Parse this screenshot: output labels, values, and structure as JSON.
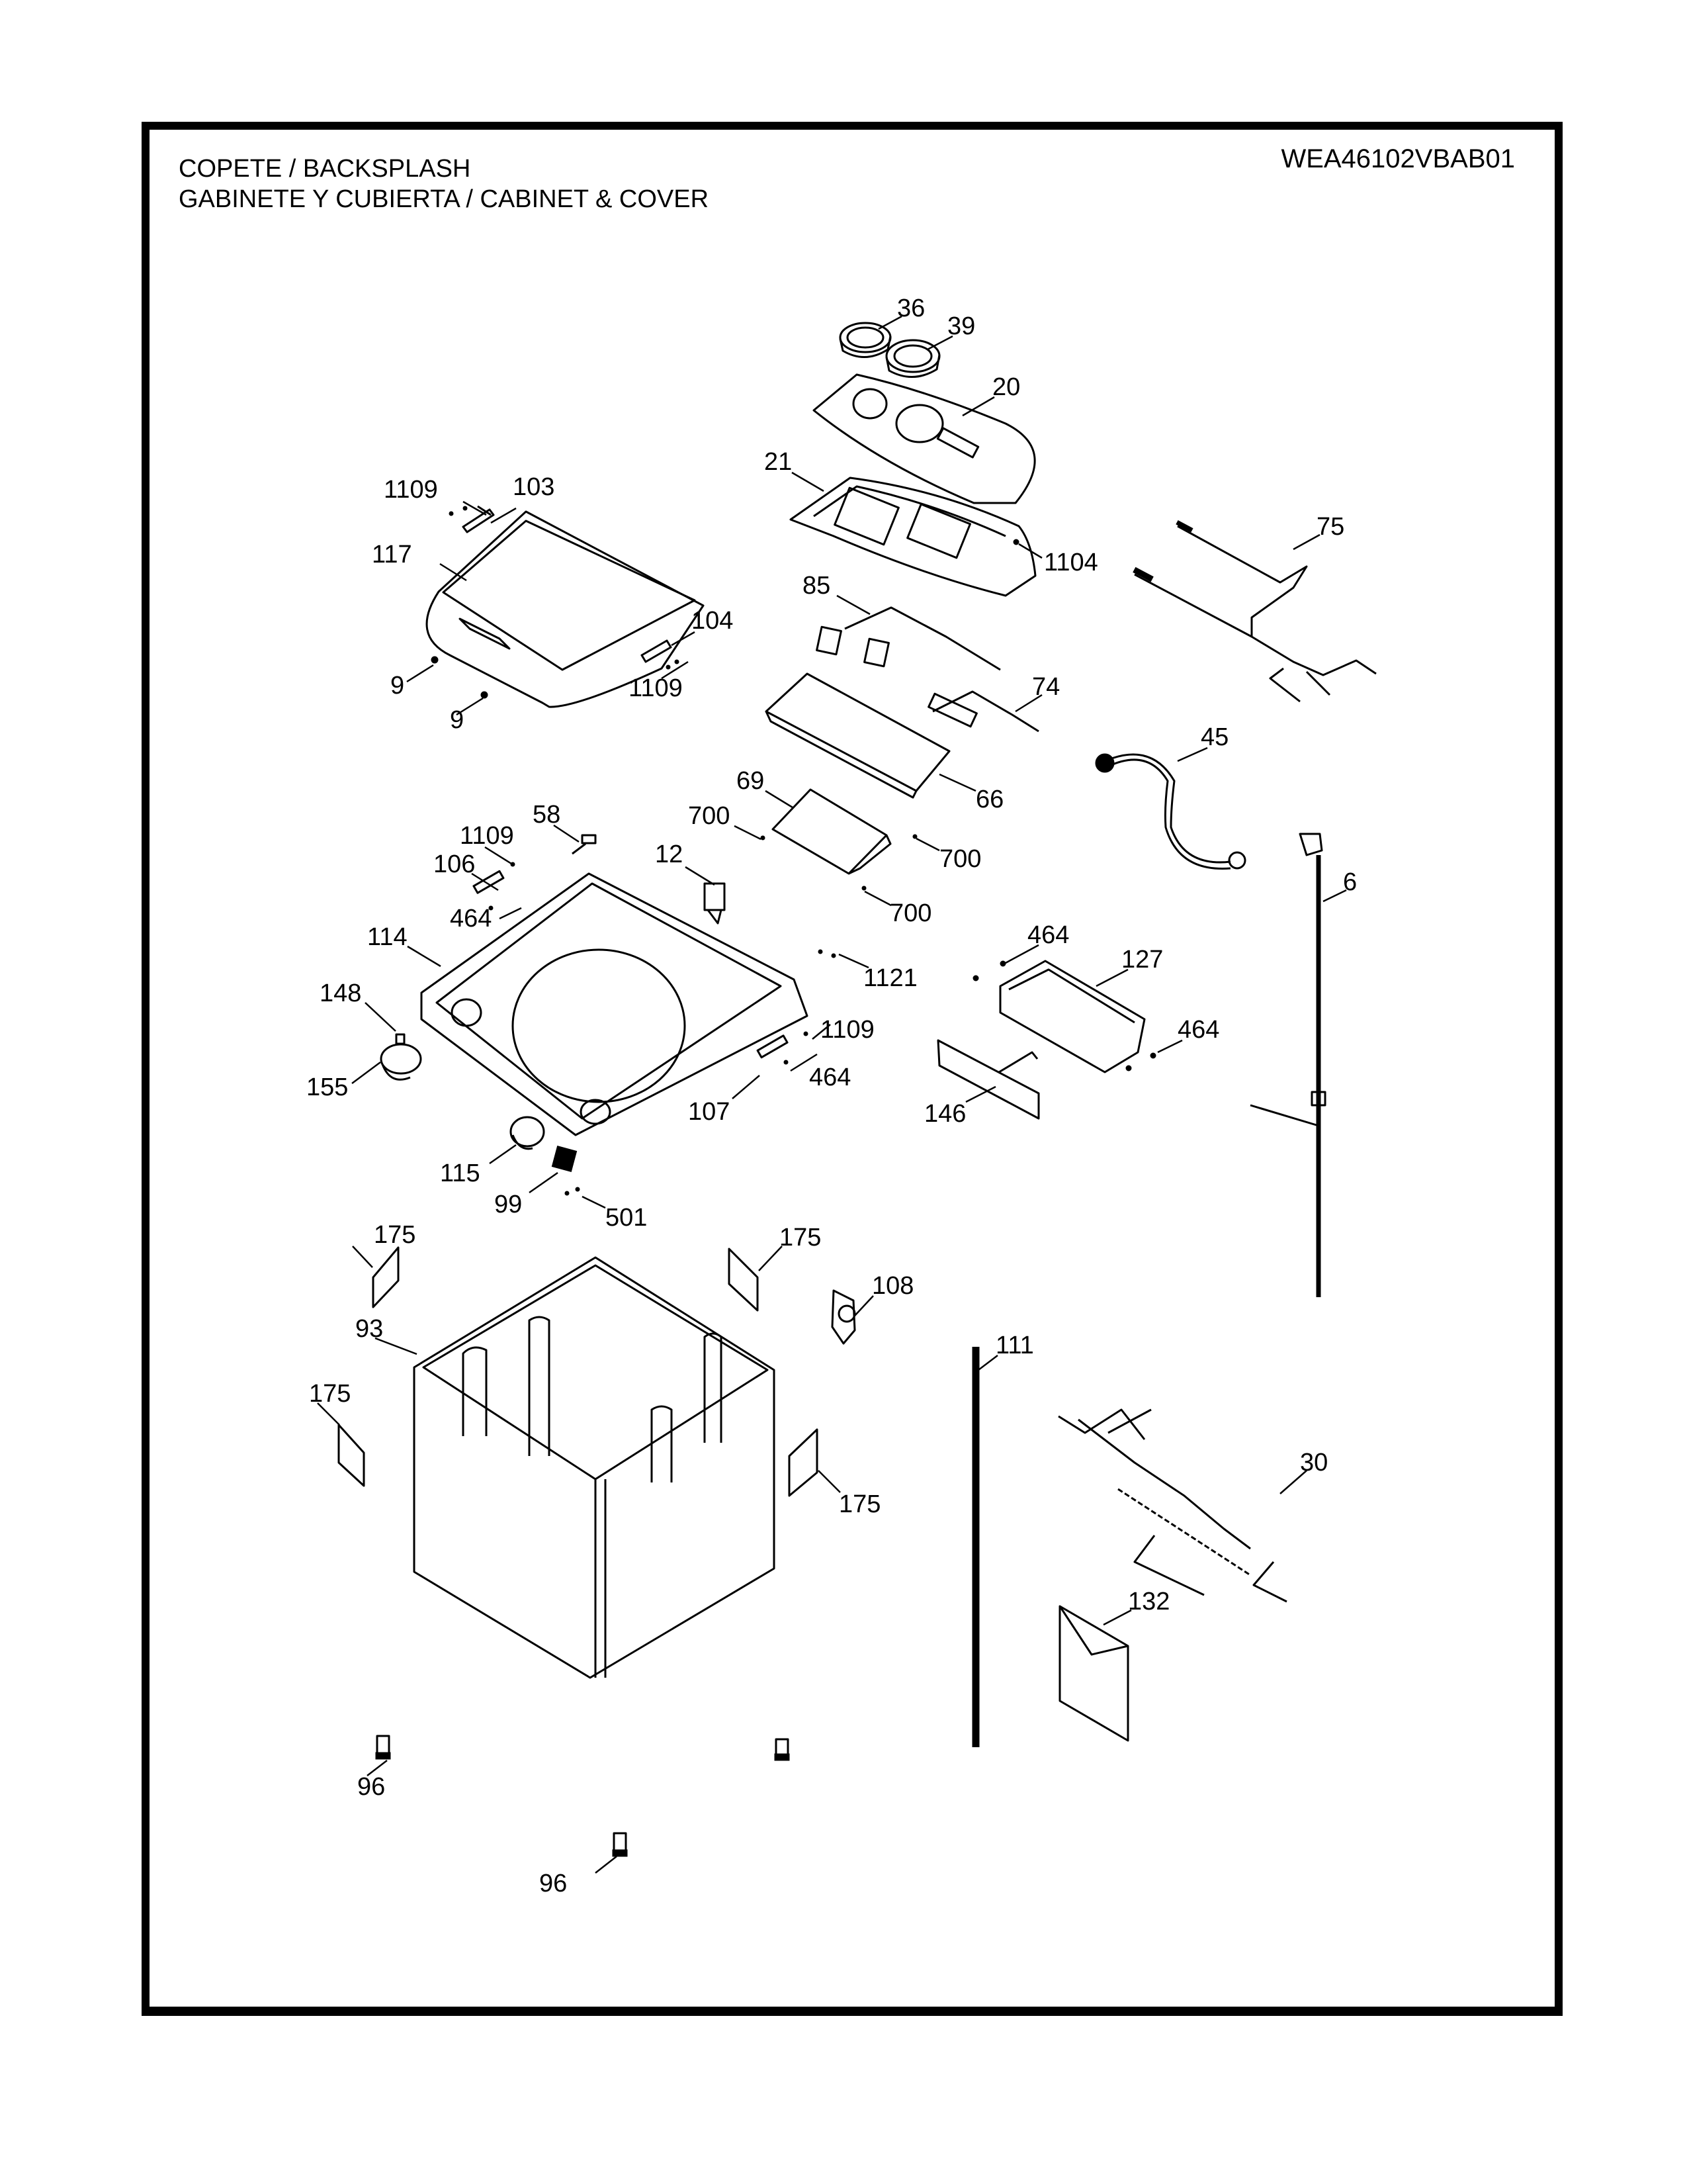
{
  "header": {
    "title_line_1": "COPETE / BACKSPLASH",
    "title_line_2": "GABINETE Y CUBIERTA / CABINET & COVER",
    "model_number": "WEA46102VBAB01"
  },
  "parts": [
    {
      "id": "p36",
      "number": "36",
      "name": "knob-1-icon"
    },
    {
      "id": "p39",
      "number": "39",
      "name": "knob-2-icon"
    },
    {
      "id": "p20",
      "number": "20",
      "name": "control-panel-overlay-icon"
    },
    {
      "id": "p21",
      "number": "21",
      "name": "backsplash-housing-icon"
    },
    {
      "id": "p1104",
      "number": "1104",
      "name": "screw-icon"
    },
    {
      "id": "p75",
      "number": "75",
      "name": "wire-harness-icon"
    },
    {
      "id": "p1109a",
      "number": "1109",
      "name": "screw-icon"
    },
    {
      "id": "p103",
      "number": "103",
      "name": "hinge-left-icon"
    },
    {
      "id": "p117",
      "number": "117",
      "name": "lid-icon"
    },
    {
      "id": "p104",
      "number": "104",
      "name": "hinge-right-icon"
    },
    {
      "id": "p1109b",
      "number": "1109",
      "name": "screw-icon"
    },
    {
      "id": "p9a",
      "number": "9",
      "name": "bumper-icon"
    },
    {
      "id": "p9b",
      "number": "9",
      "name": "bumper-icon"
    },
    {
      "id": "p85",
      "number": "85",
      "name": "switch-harness-icon"
    },
    {
      "id": "p74",
      "number": "74",
      "name": "sensor-harness-icon"
    },
    {
      "id": "p66",
      "number": "66",
      "name": "control-board-bracket-icon"
    },
    {
      "id": "p45",
      "number": "45",
      "name": "inlet-hose-icon"
    },
    {
      "id": "p69",
      "number": "69",
      "name": "electronic-control-board-icon"
    },
    {
      "id": "p700a",
      "number": "700",
      "name": "screw-icon"
    },
    {
      "id": "p700b",
      "number": "700",
      "name": "screw-icon"
    },
    {
      "id": "p700c",
      "number": "700",
      "name": "screw-icon"
    },
    {
      "id": "p6",
      "number": "6",
      "name": "power-cord-icon"
    },
    {
      "id": "p58",
      "number": "58",
      "name": "lid-switch-icon"
    },
    {
      "id": "p1109c",
      "number": "1109",
      "name": "screw-icon"
    },
    {
      "id": "p106",
      "number": "106",
      "name": "lid-lock-left-icon"
    },
    {
      "id": "p12",
      "number": "12",
      "name": "water-valve-icon"
    },
    {
      "id": "p464a",
      "number": "464",
      "name": "screw-icon"
    },
    {
      "id": "p114",
      "number": "114",
      "name": "top-cover-icon"
    },
    {
      "id": "p1121",
      "number": "1121",
      "name": "screw-icon"
    },
    {
      "id": "p464b",
      "number": "464",
      "name": "screw-icon"
    },
    {
      "id": "p127",
      "number": "127",
      "name": "dispenser-housing-icon"
    },
    {
      "id": "p464c",
      "number": "464",
      "name": "screw-icon"
    },
    {
      "id": "p148",
      "number": "148",
      "name": "plug-icon"
    },
    {
      "id": "p1109d",
      "number": "1109",
      "name": "screw-icon"
    },
    {
      "id": "p155",
      "number": "155",
      "name": "bleach-cup-icon"
    },
    {
      "id": "p107",
      "number": "107",
      "name": "lid-lock-right-icon"
    },
    {
      "id": "p464d",
      "number": "464",
      "name": "screw-icon"
    },
    {
      "id": "p146",
      "number": "146",
      "name": "dispenser-drawer-icon"
    },
    {
      "id": "p115",
      "number": "115",
      "name": "softener-cup-icon"
    },
    {
      "id": "p99",
      "number": "99",
      "name": "lid-lock-assembly-icon"
    },
    {
      "id": "p501",
      "number": "501",
      "name": "screw-icon"
    },
    {
      "id": "p175a",
      "number": "175",
      "name": "label-icon"
    },
    {
      "id": "p175b",
      "number": "175",
      "name": "label-icon"
    },
    {
      "id": "p108",
      "number": "108",
      "name": "cord-bracket-icon"
    },
    {
      "id": "p93",
      "number": "93",
      "name": "cabinet-icon"
    },
    {
      "id": "p111",
      "number": "111",
      "name": "suspension-rod-icon"
    },
    {
      "id": "p175c",
      "number": "175",
      "name": "label-icon"
    },
    {
      "id": "p30",
      "number": "30",
      "name": "main-harness-icon"
    },
    {
      "id": "p175d",
      "number": "175",
      "name": "label-icon"
    },
    {
      "id": "p132",
      "number": "132",
      "name": "literature-kit-icon"
    },
    {
      "id": "p96a",
      "number": "96",
      "name": "leveling-leg-icon"
    },
    {
      "id": "p96b",
      "number": "96",
      "name": "leveling-leg-icon"
    }
  ]
}
